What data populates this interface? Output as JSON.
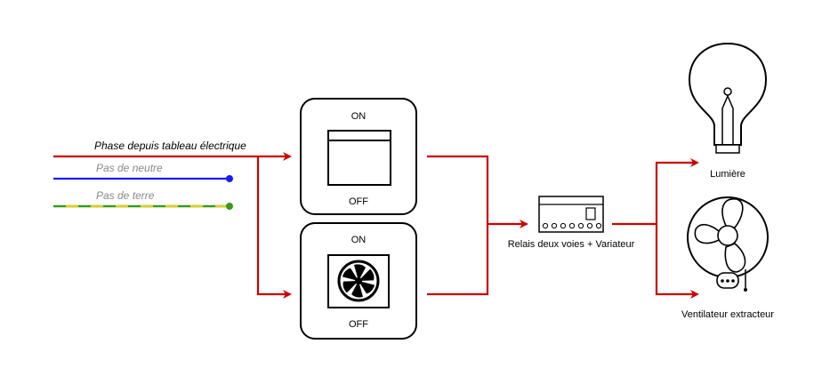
{
  "wires": {
    "phase": {
      "label": "Phase depuis tableau électrique",
      "color": "#cc0000"
    },
    "neutral": {
      "label": "Pas de neutre",
      "color": "#1a1aff"
    },
    "earth": {
      "label": "Pas de terre",
      "color_a": "#3a9a1a",
      "color_b": "#e0d020"
    }
  },
  "switch_top": {
    "on_label": "ON",
    "off_label": "OFF",
    "icon": "blank-panel-icon"
  },
  "switch_bottom": {
    "on_label": "ON",
    "off_label": "OFF",
    "icon": "fan-icon"
  },
  "relay": {
    "label": "Relais deux voies + Variateur",
    "icon": "relay-module-icon"
  },
  "loads": {
    "light": {
      "label": "Lumière",
      "icon": "light-bulb-icon"
    },
    "fan": {
      "label": "Ventilateur extracteur",
      "icon": "ceiling-fan-icon"
    }
  }
}
